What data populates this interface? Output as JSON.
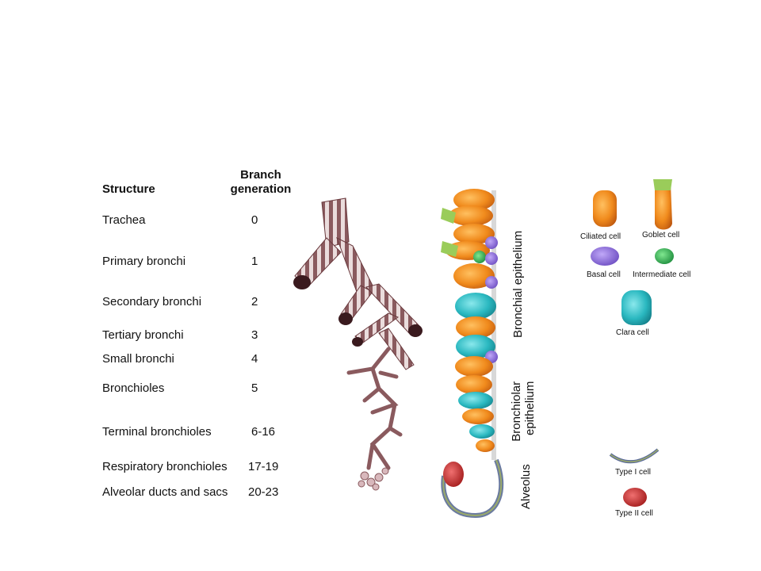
{
  "table": {
    "header_structure": "Structure",
    "header_branch_line1": "Branch",
    "header_branch_line2": "generation",
    "rows": [
      {
        "label": "Trachea",
        "gen": "0"
      },
      {
        "label": "Primary bronchi",
        "gen": "1"
      },
      {
        "label": "Secondary bronchi",
        "gen": "2"
      },
      {
        "label": "Tertiary bronchi",
        "gen": "3"
      },
      {
        "label": "Small bronchi",
        "gen": "4"
      },
      {
        "label": "Bronchioles",
        "gen": "5"
      },
      {
        "label": "Terminal bronchioles",
        "gen": "6-16"
      },
      {
        "label": "Respiratory bronchioles",
        "gen": "17-19"
      },
      {
        "label": "Alveolar ducts and sacs",
        "gen": "20-23"
      }
    ]
  },
  "epithelium": {
    "bronchial_label": "Bronchial epithelium",
    "bronchiolar_line1": "Bronchiolar",
    "bronchiolar_line2": "epithelium",
    "alveolus_label": "Alveolus"
  },
  "legend": {
    "ciliated": "Ciliated cell",
    "goblet": "Goblet cell",
    "basal": "Basal cell",
    "intermediate": "Intermediate cell",
    "clara": "Clara cell",
    "type1": "Type I cell",
    "type2": "Type II cell"
  },
  "colors": {
    "airway": "#8a5a5e",
    "airway_light": "#e8d8d8",
    "ciliated": "#f08a1c",
    "goblet": "#a8c85a",
    "basal": "#8a6ad0",
    "intermediate": "#2aa84a",
    "clara": "#2ab8c0",
    "type1": "#5a6a9a",
    "type2": "#d42a2a"
  }
}
